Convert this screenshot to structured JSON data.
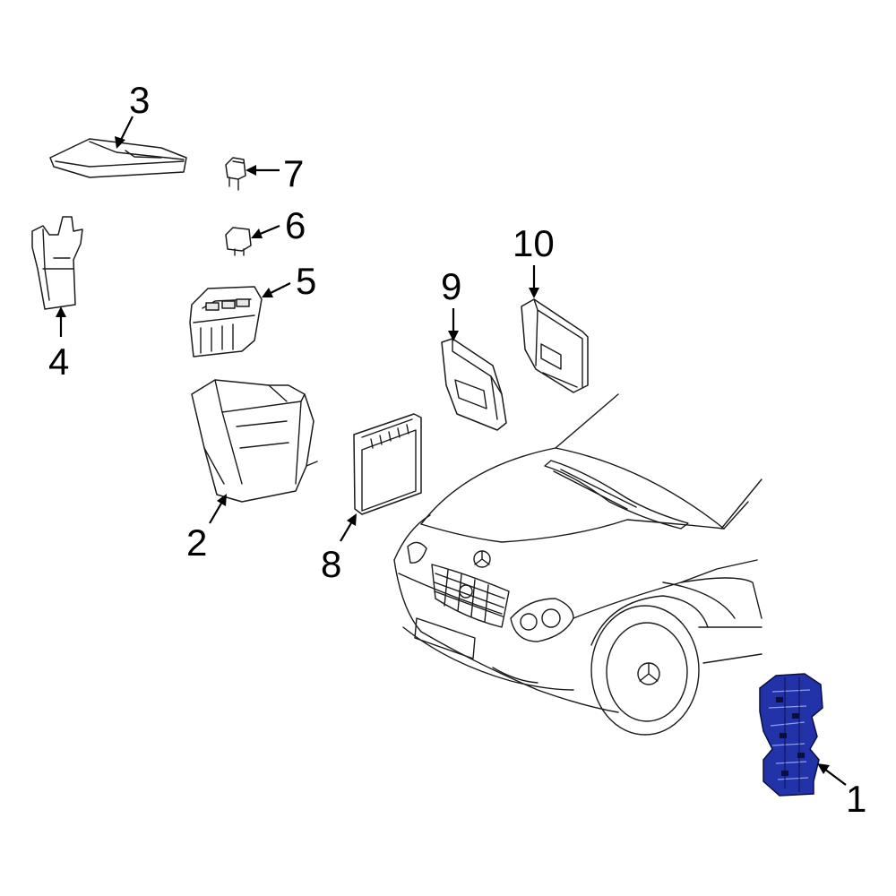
{
  "highlight_color": "#2233aa",
  "callouts": {
    "c1": "1",
    "c2": "2",
    "c3": "3",
    "c4": "4",
    "c5": "5",
    "c6": "6",
    "c7": "7",
    "c8": "8",
    "c9": "9",
    "c10": "10"
  }
}
